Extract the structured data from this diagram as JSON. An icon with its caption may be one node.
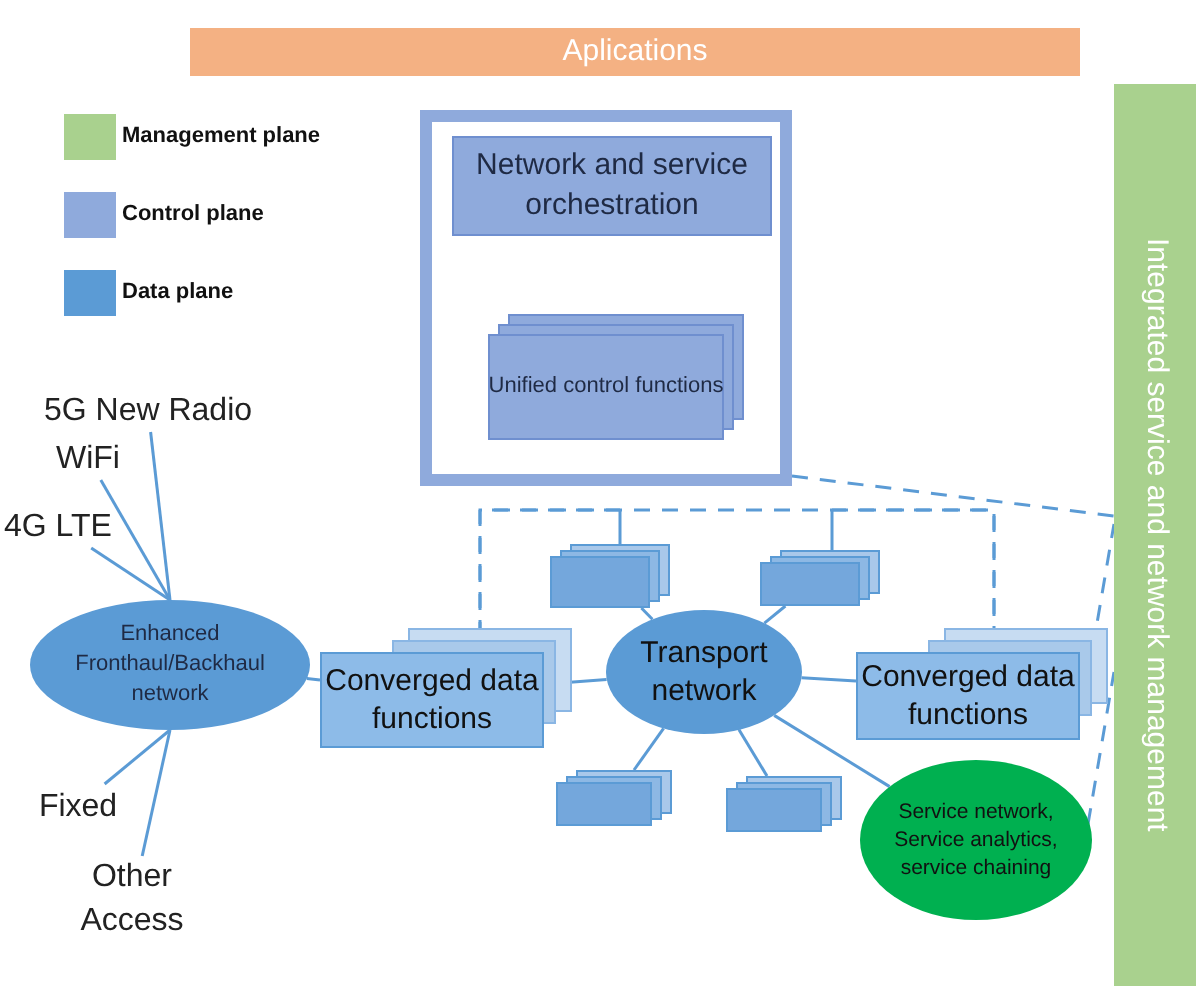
{
  "diagram": {
    "nodes": [
      {
        "text": [
          "Aplications"
        ]
      },
      {
        "text": [],
        "shape": "box"
      },
      {
        "text": [
          "Network and service orchestration"
        ],
        "in": 1
      },
      {
        "text": [
          "Unified control functions"
        ],
        "in": 1
      },
      {
        "text": [
          "Integrated service and network management"
        ]
      },
      {
        "text": [
          "5G New Radio"
        ]
      },
      {
        "text": [
          "WiFi"
        ]
      },
      {
        "text": [
          "4G LTE"
        ]
      },
      {
        "text": [
          "Enhanced Fronthaul/Backhaul network"
        ]
      },
      {
        "text": [
          "Fixed"
        ]
      },
      {
        "text": [
          "Other Access"
        ]
      },
      {
        "text": [
          "Converged data functions"
        ]
      },
      {
        "text": [],
        "shape": "box"
      },
      {
        "text": [],
        "shape": "box"
      },
      {
        "text": [
          "Transport network"
        ]
      },
      {
        "text": [
          "Converged data functions"
        ]
      },
      {
        "text": [],
        "shape": "box"
      },
      {
        "text": [],
        "shape": "box"
      },
      {
        "text": [
          "Service network, Service analytics, service chaining"
        ]
      }
    ],
    "edges": [
      {
        "from": 5,
        "to": 8,
        "arrow": "none"
      },
      {
        "from": 6,
        "to": 8,
        "arrow": "none"
      },
      {
        "from": 7,
        "to": 8,
        "arrow": "none"
      },
      {
        "from": 9,
        "to": 8,
        "arrow": "none"
      },
      {
        "from": 10,
        "to": 8,
        "arrow": "none"
      },
      {
        "from": 8,
        "to": 11,
        "arrow": "none"
      },
      {
        "from": 11,
        "to": 14,
        "arrow": "none"
      },
      {
        "from": 12,
        "to": 14,
        "arrow": "none"
      },
      {
        "from": 13,
        "to": 14,
        "arrow": "none"
      },
      {
        "from": 14,
        "to": 15,
        "arrow": "none"
      },
      {
        "from": 14,
        "to": 16,
        "arrow": "none"
      },
      {
        "from": 14,
        "to": 17,
        "arrow": "none"
      },
      {
        "from": 14,
        "to": 18,
        "arrow": "none"
      },
      {
        "from": 11,
        "to": 15,
        "arrow": "none",
        "style": "dashed"
      },
      {
        "from": 1,
        "to": 4,
        "arrow": "none",
        "style": "dashed"
      },
      {
        "from": 15,
        "to": 4,
        "arrow": "none",
        "style": "dashed"
      },
      {
        "from": 18,
        "to": 4,
        "arrow": "none",
        "style": "dashed"
      },
      {
        "from": 12,
        "to": 11,
        "arrow": "none",
        "style": "dashed"
      },
      {
        "from": 13,
        "to": 15,
        "arrow": "none",
        "style": "dashed"
      }
    ],
    "legend": [
      {
        "text": "Management plane",
        "color": "#a9d18e"
      },
      {
        "text": "Control plane",
        "color": "#8faadc"
      },
      {
        "text": "Data plane",
        "color": "#5b9bd5"
      }
    ]
  }
}
